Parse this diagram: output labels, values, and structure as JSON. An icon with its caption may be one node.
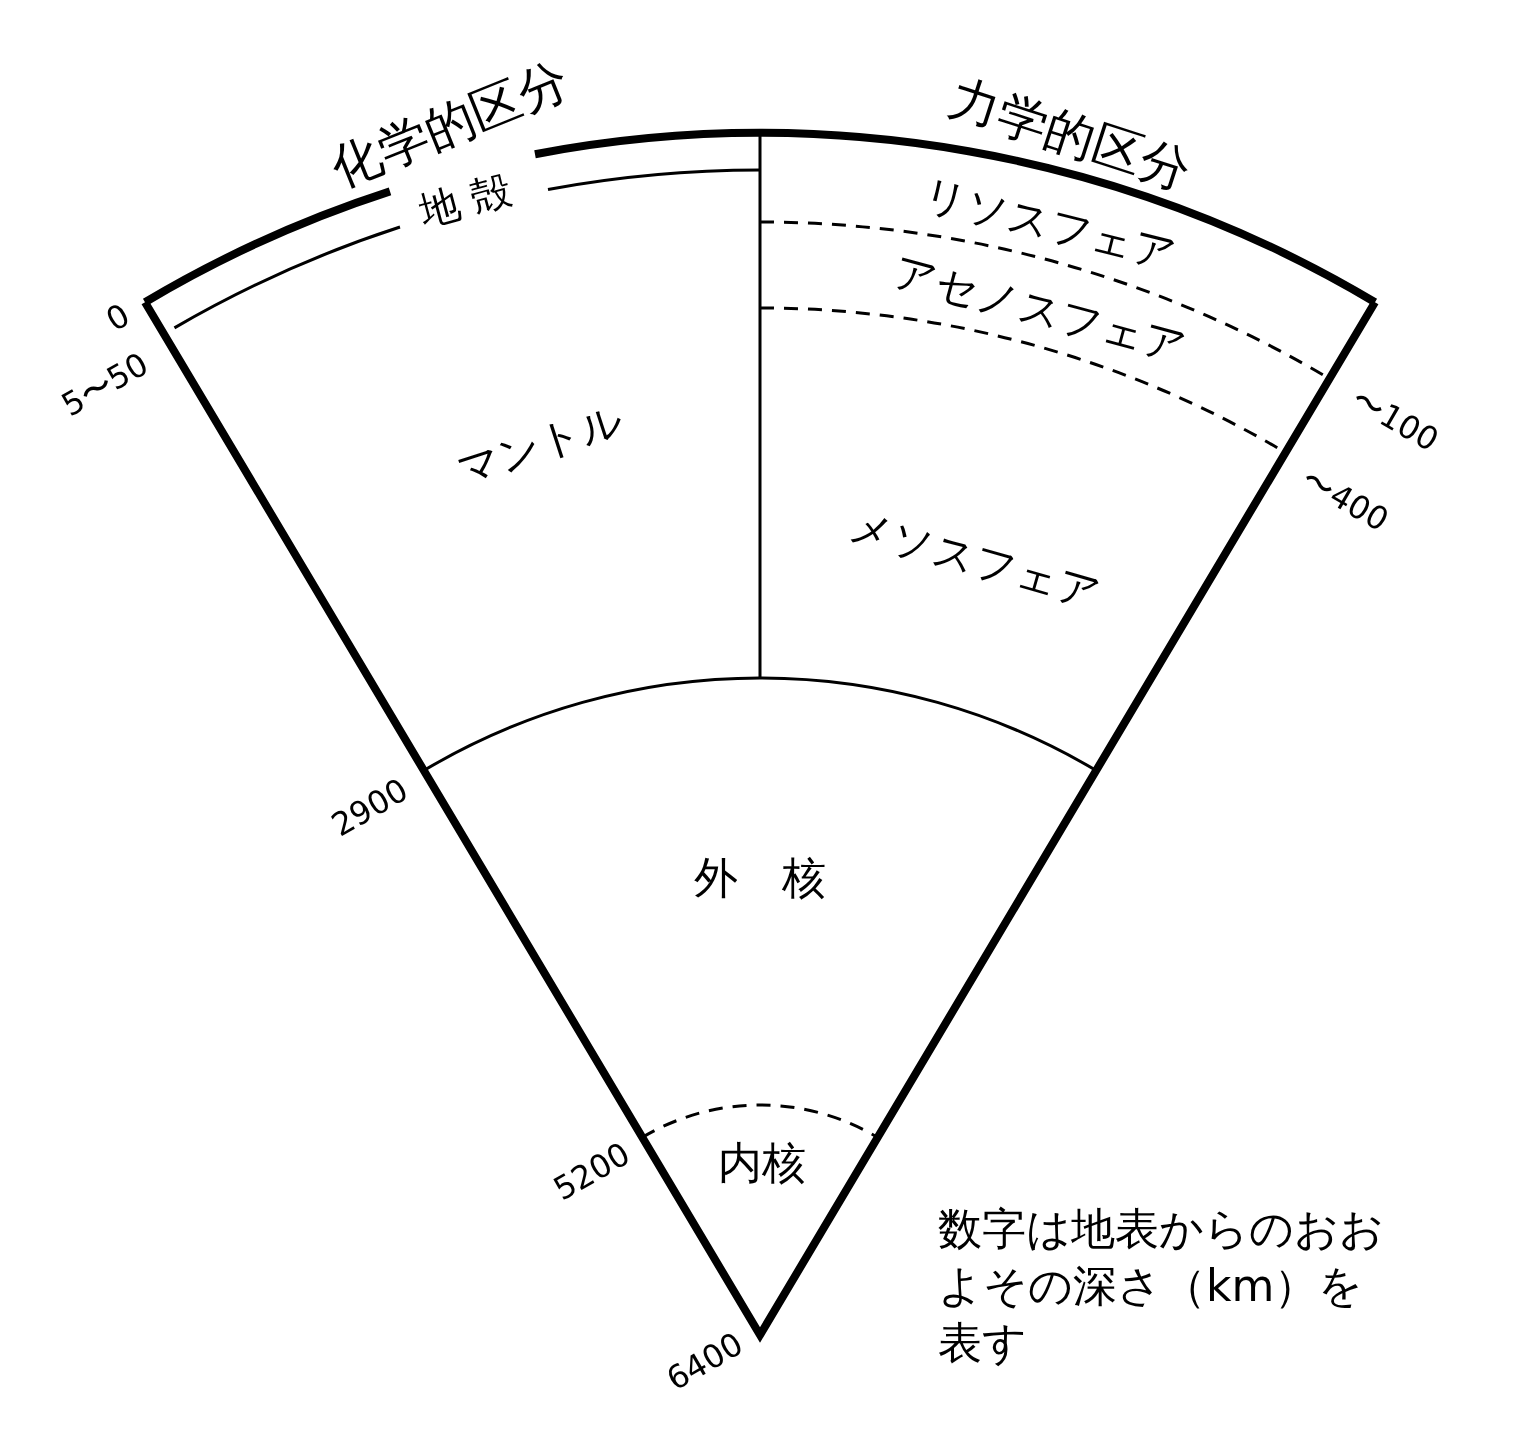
{
  "diagram": {
    "labels": [
      "化学的区分",
      "力学的区分",
      "地 殻",
      "リソスフェア",
      "アセノスフェア",
      "マントル",
      "メソスフェア",
      "外　核",
      "内核",
      "0",
      "5〜50",
      "2900",
      "5200",
      "6400",
      "〜100",
      "〜400",
      "数字は地表からのおおよその深さ（km）を表す"
    ]
  }
}
